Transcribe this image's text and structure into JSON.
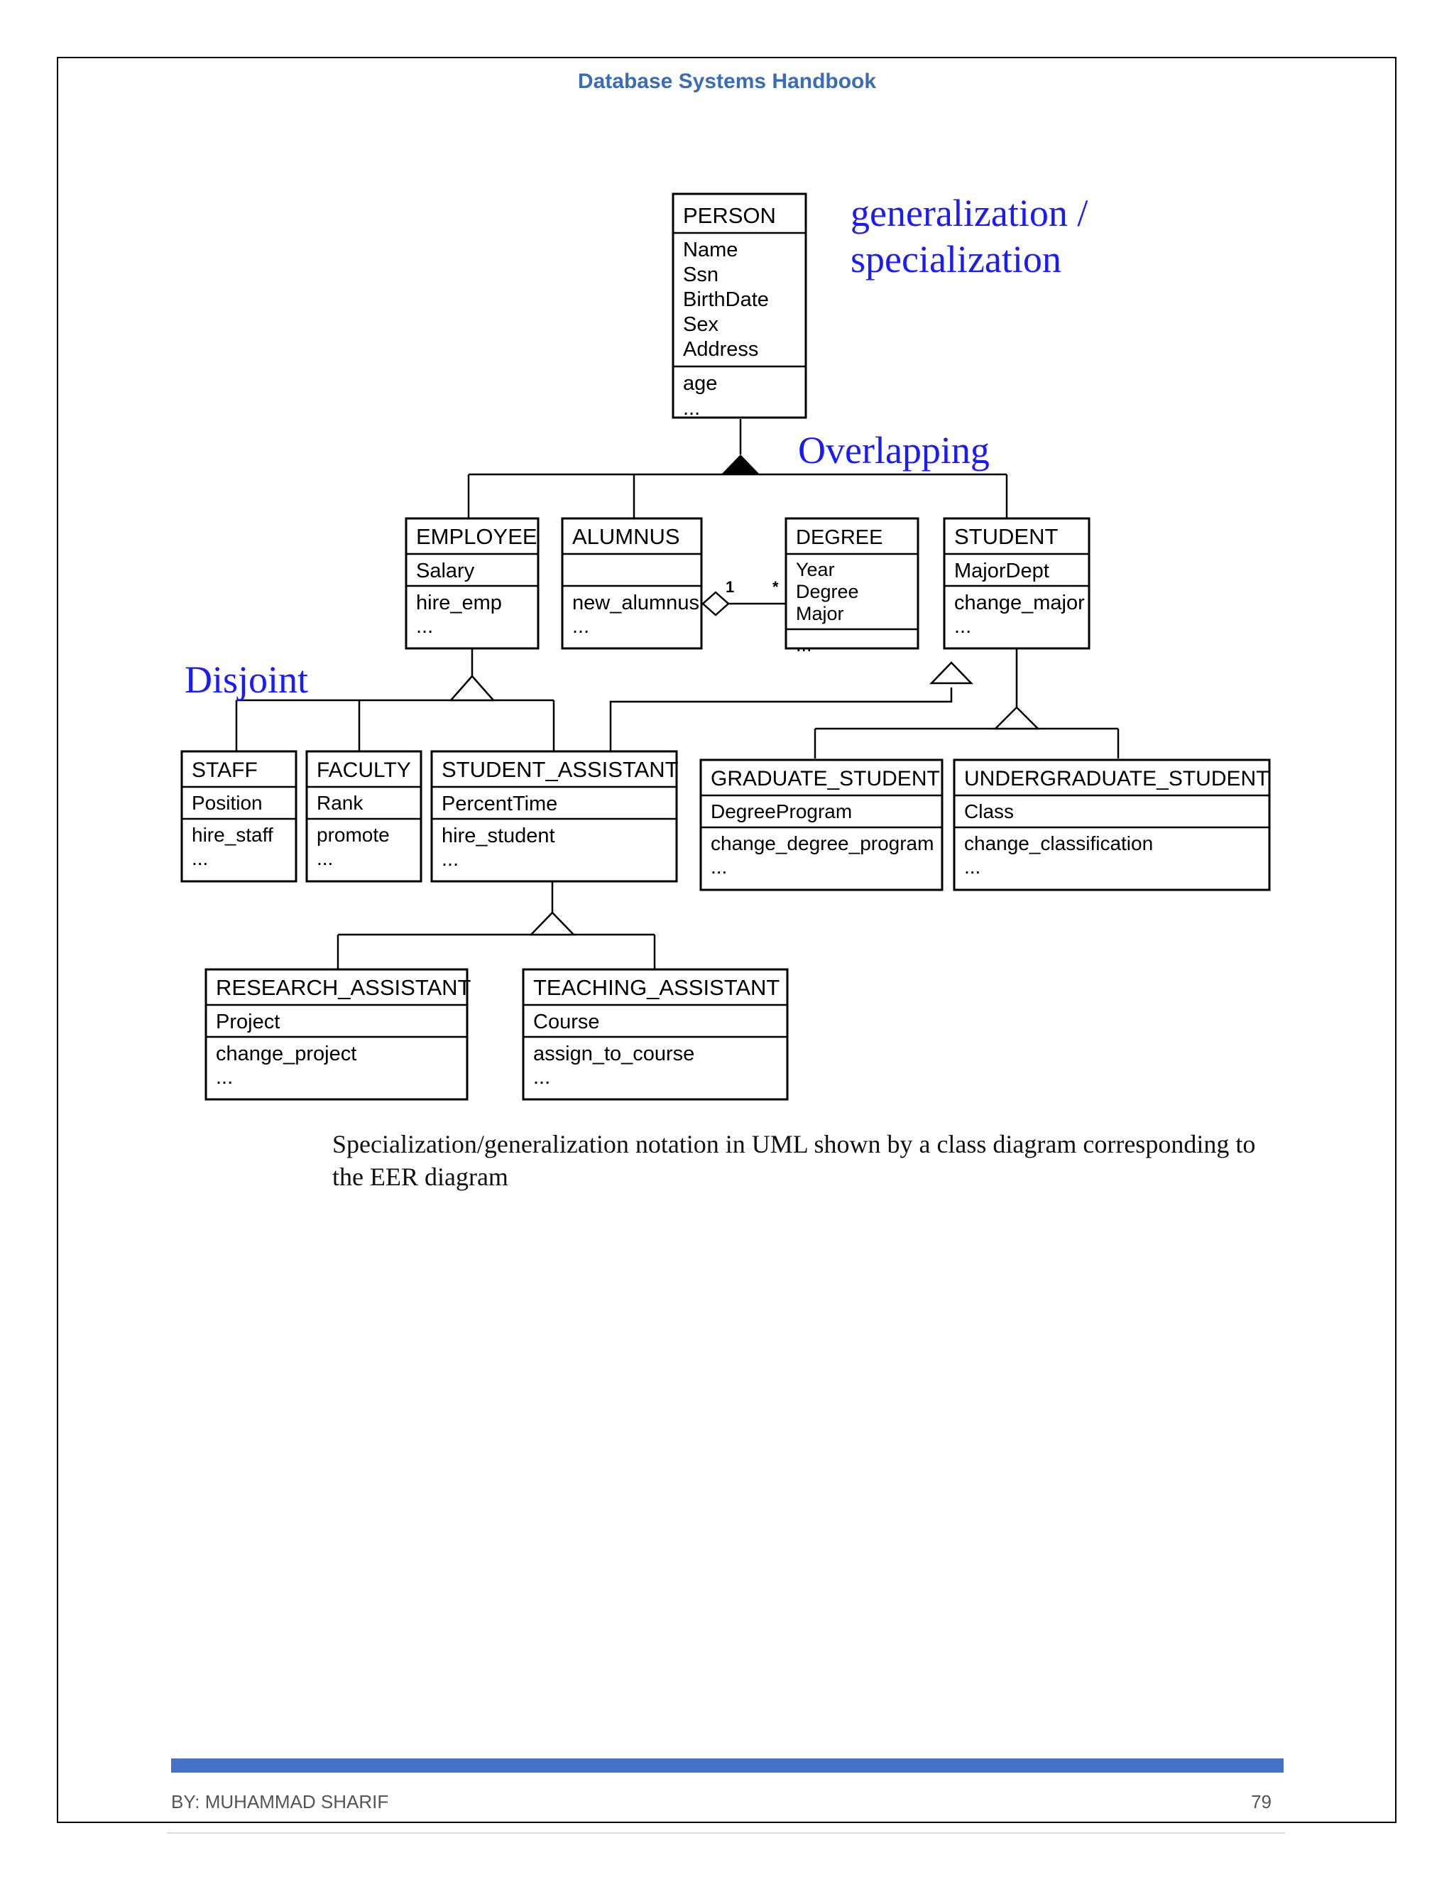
{
  "header": {
    "title": "Database Systems Handbook"
  },
  "diagram": {
    "annotations": {
      "gen_spec_1": "generalization /",
      "gen_spec_2": "specialization",
      "overlapping": "Overlapping",
      "disjoint": "Disjoint"
    },
    "multiplicity": {
      "one": "1",
      "many": "*"
    },
    "classes": {
      "person": {
        "name": "PERSON",
        "attrs": [
          "Name",
          "Ssn",
          "BirthDate",
          "Sex",
          "Address"
        ],
        "ops": [
          "age",
          "..."
        ]
      },
      "employee": {
        "name": "EMPLOYEE",
        "attrs": [
          "Salary"
        ],
        "ops": [
          "hire_emp",
          "..."
        ]
      },
      "alumnus": {
        "name": "ALUMNUS",
        "attrs": [],
        "ops": [
          "new_alumnus",
          "..."
        ]
      },
      "degree": {
        "name": "DEGREE",
        "attrs": [
          "Year",
          "Degree",
          "Major"
        ],
        "ops": [
          "..."
        ]
      },
      "student": {
        "name": "STUDENT",
        "attrs": [
          "MajorDept"
        ],
        "ops": [
          "change_major",
          "..."
        ]
      },
      "staff": {
        "name": "STAFF",
        "attrs": [
          "Position"
        ],
        "ops": [
          "hire_staff",
          "..."
        ]
      },
      "faculty": {
        "name": "FACULTY",
        "attrs": [
          "Rank"
        ],
        "ops": [
          "promote",
          "..."
        ]
      },
      "student_assistant": {
        "name": "STUDENT_ASSISTANT",
        "attrs": [
          "PercentTime"
        ],
        "ops": [
          "hire_student",
          "..."
        ]
      },
      "graduate_student": {
        "name": "GRADUATE_STUDENT",
        "attrs": [
          "DegreeProgram"
        ],
        "ops": [
          "change_degree_program",
          "..."
        ]
      },
      "undergraduate_student": {
        "name": "UNDERGRADUATE_STUDENT",
        "attrs": [
          "Class"
        ],
        "ops": [
          "change_classification",
          "..."
        ]
      },
      "research_assistant": {
        "name": "RESEARCH_ASSISTANT",
        "attrs": [
          "Project"
        ],
        "ops": [
          "change_project",
          "..."
        ]
      },
      "teaching_assistant": {
        "name": "TEACHING_ASSISTANT",
        "attrs": [
          "Course"
        ],
        "ops": [
          "assign_to_course",
          "..."
        ]
      }
    }
  },
  "caption": {
    "line1": "Specialization/generalization notation in UML shown by a class diagram corresponding to",
    "line2": "the EER diagram"
  },
  "footer": {
    "author": "BY: MUHAMMAD SHARIF",
    "page": "79"
  },
  "colors": {
    "accent": "#4472c4",
    "header_text": "#3a6db5",
    "annotation": "#1a1aff"
  }
}
